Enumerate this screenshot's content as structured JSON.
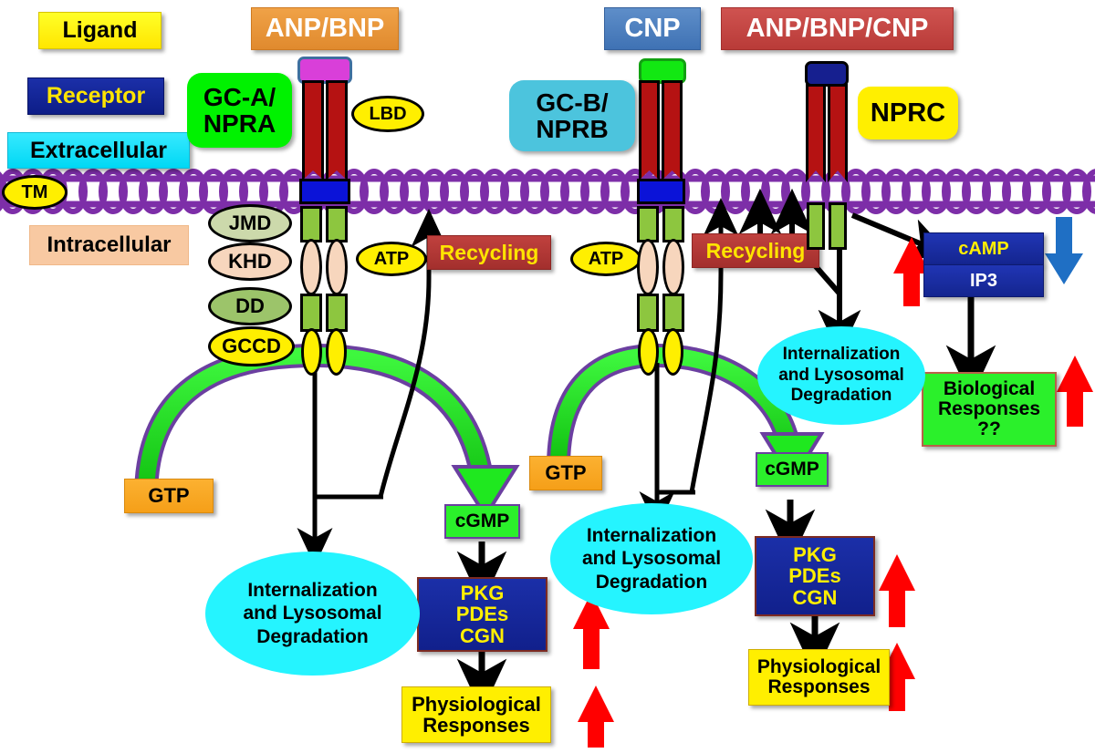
{
  "legend": {
    "items": [
      {
        "key": "ligand",
        "label": "Ligand"
      },
      {
        "key": "receptor",
        "label": "Receptor"
      },
      {
        "key": "extracellular",
        "label": "Extracellular"
      },
      {
        "key": "intracellular",
        "label": "Intracellular"
      }
    ],
    "tm_label": "TM"
  },
  "pathways": {
    "gca": {
      "ligand": "ANP/BNP",
      "receptor_name": "GC-A/\nNPRA",
      "lbd": "LBD",
      "domains": [
        "JMD",
        "KHD",
        "DD",
        "GCCD"
      ],
      "atp": "ATP",
      "gtp": "GTP",
      "recycling": "Recycling",
      "cgmp": "cGMP",
      "effectors": "PKG\nPDEs\nCGN",
      "responses": "Physiological\nResponses",
      "degradation": "Internalization\nand Lysosomal\nDegradation"
    },
    "gcb": {
      "ligand": "CNP",
      "receptor_name": "GC-B/\nNPRB",
      "atp": "ATP",
      "gtp": "GTP",
      "recycling": "Recycling",
      "cgmp": "cGMP",
      "effectors": "PKG\nPDEs\nCGN",
      "responses": "Physiological\nResponses",
      "degradation": "Internalization\nand Lysosomal\nDegradation"
    },
    "nprc": {
      "ligand": "ANP/BNP/CNP",
      "receptor_name": "NPRC",
      "camp": "cAMP",
      "ip3": "IP3",
      "bio_responses": "Biological\nResponses\n??",
      "degradation": "Internalization\nand Lysosomal\nDegradation"
    }
  },
  "colors": {
    "membrane": "#7d2ea8",
    "ligand_anp_bnp": "#e08a2e",
    "ligand_cnp": "#3f72b4",
    "ligand_all": "#b93b38",
    "receptor_stalk": "#b51212",
    "tm_domain": "#0b13d8",
    "up_arrow_red": "#ff0000",
    "down_arrow_blue": "#1f6fc4",
    "gtp_arrow_green": "#19d219",
    "cgmp_green": "#2bf02b",
    "effector_blue": "#1b2fa8",
    "degradation_cyan": "#25f4ff",
    "yellow": "#ffef00"
  },
  "arrows": {
    "up_increase": "up-arrow-red",
    "down_decrease": "down-arrow-blue"
  }
}
